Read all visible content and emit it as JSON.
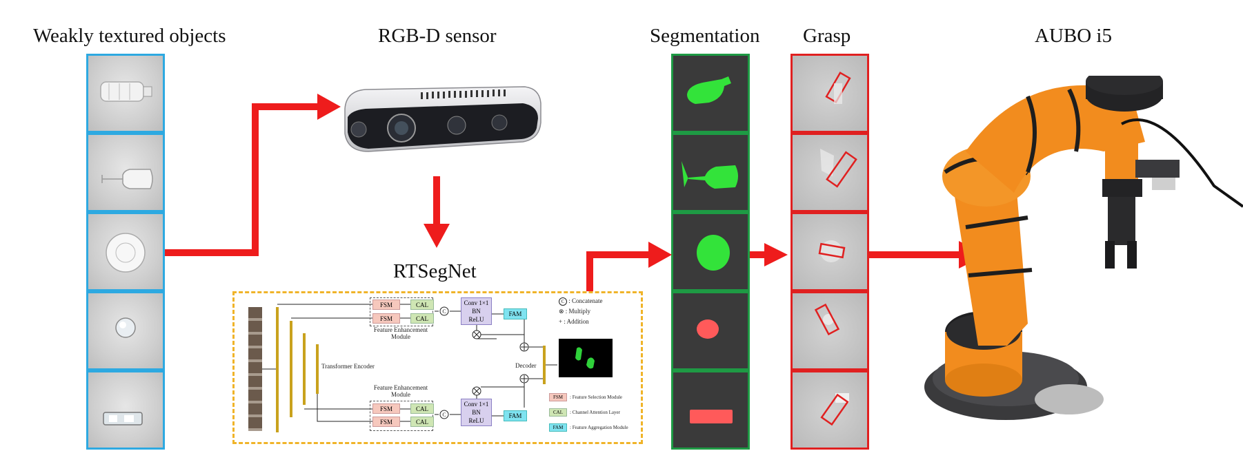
{
  "titles": {
    "weak": "Weakly textured objects",
    "sensor": "RGB-D sensor",
    "segmentation": "Segmentation",
    "grasp": "Grasp",
    "robot": "AUBO i5",
    "network": "RTSegNet"
  },
  "network": {
    "fsm": "FSM",
    "cal": "CAL",
    "fam": "FAM",
    "conv": [
      "Conv 1×1",
      "BN",
      "ReLU"
    ],
    "concat_symbol": "C",
    "fem_label": "Feature Enhancement Module",
    "encoder_label": "Transformer Encoder",
    "decoder_label": "Decoder",
    "legend": [
      {
        "key": "C",
        "text": ": Concatenate"
      },
      {
        "key": "⊗",
        "text": ": Multiply"
      },
      {
        "key": "+",
        "text": ": Addition"
      },
      {
        "key": "FSM",
        "text": ": Feature Selection Module"
      },
      {
        "key": "CAL",
        "text": ": Channel Attention Layer"
      },
      {
        "key": "FAM",
        "text": ": Feature Aggregation Module"
      }
    ]
  },
  "colors": {
    "arrow": "#ee1c1c",
    "weak_border": "#2da9e1",
    "seg_border": "#1e9a44",
    "grasp_border": "#e02020",
    "net_border": "#f0b429",
    "seg_green": "#33e33a",
    "seg_red": "#ff5a5a",
    "robot_orange": "#f28c1e"
  }
}
